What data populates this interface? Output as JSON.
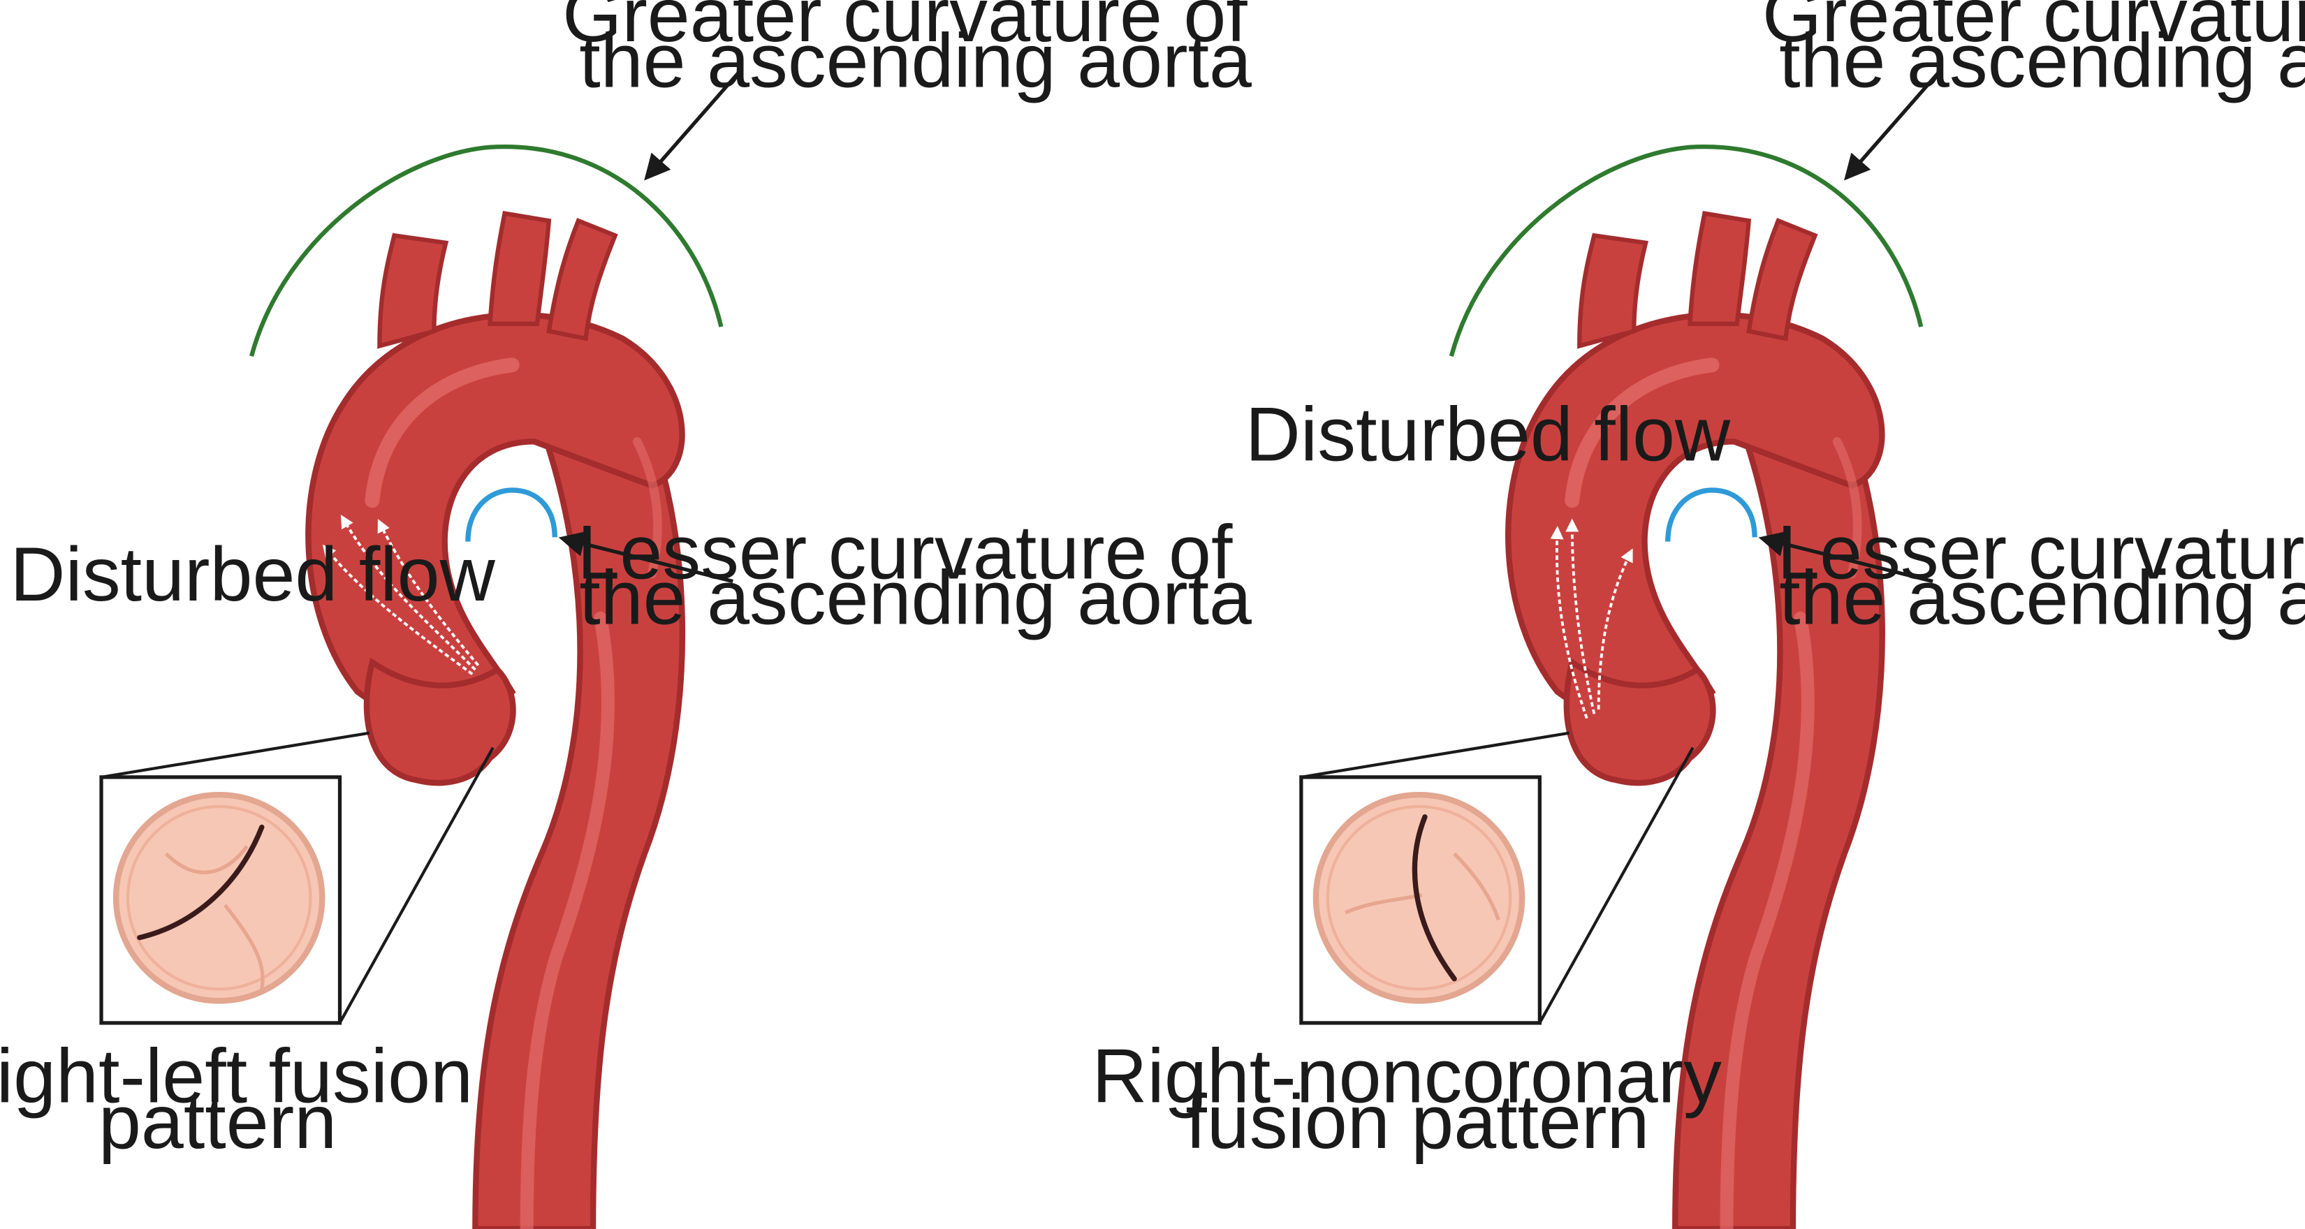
{
  "panels": [
    {
      "id": "left",
      "greater_curvature_label": [
        "Greater curvature of",
        "the ascending aorta"
      ],
      "lesser_curvature_label": [
        "Lesser curvature of",
        "the ascending aorta"
      ],
      "disturbed_flow_label": "Disturbed flow",
      "fusion_label": [
        "Right-left fusion",
        "pattern"
      ]
    },
    {
      "id": "right",
      "greater_curvature_label": [
        "Greater curvature of",
        "the ascending aorta"
      ],
      "lesser_curvature_label": [
        "Lesser curvature of",
        "the ascending aorta"
      ],
      "disturbed_flow_label": "Disturbed flow",
      "fusion_label": [
        "Right-noncoronary",
        "fusion pattern"
      ]
    }
  ],
  "colors": {
    "aorta": "#c9413f",
    "aorta_dark": "#a42c2d",
    "aorta_highlight": "#e36c69",
    "greater_curvature_arc": "#2e7a2e",
    "lesser_curvature_arc": "#2f9ad8",
    "valve_fill": "#f6c7b4",
    "valve_outline": "#e3a690",
    "fusion_line": "#3a1a1a",
    "arrow": "#1a1a1a"
  }
}
